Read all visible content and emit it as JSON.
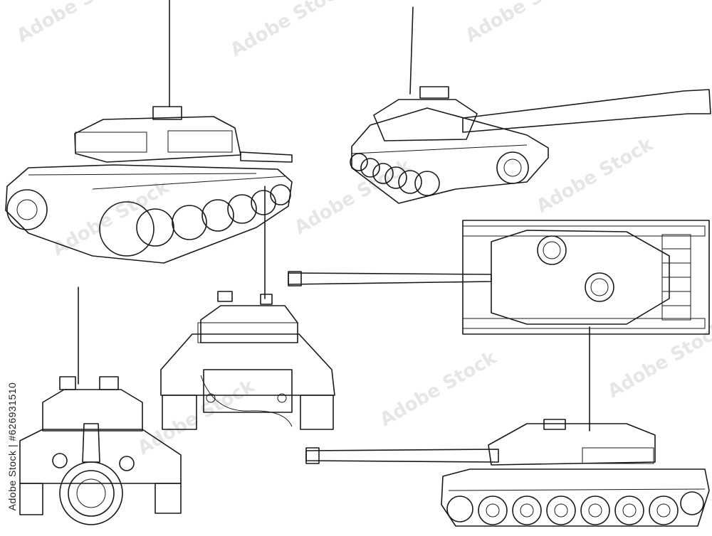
{
  "image": {
    "stock_id_text": "Adobe Stock | #626931510",
    "watermark_text": "Adobe Stock",
    "line_color": "#1a1a1a",
    "background_color": "#ffffff"
  },
  "views": [
    {
      "name": "three-quarter-rear-left"
    },
    {
      "name": "three-quarter-front-right"
    },
    {
      "name": "top-down"
    },
    {
      "name": "rear"
    },
    {
      "name": "front"
    },
    {
      "name": "side-left"
    }
  ]
}
